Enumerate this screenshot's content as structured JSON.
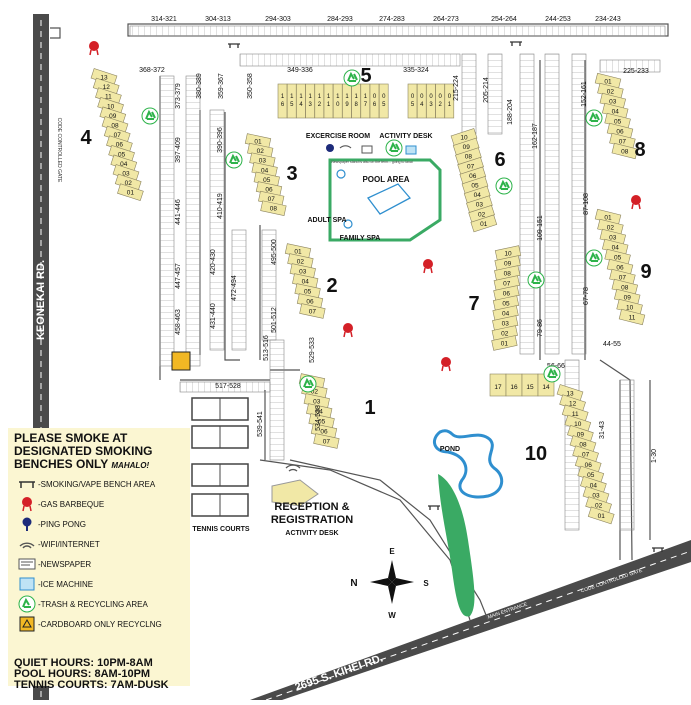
{
  "map": {
    "roads": {
      "left": "KEONEKAI RD.",
      "bottom": "2695 S. KIHEI RD."
    },
    "gates": {
      "left": "CODE CONTROLLED GATE",
      "right": "CODE CONTROLLED GATE"
    },
    "main_entrance": "MAIN ENTRANCE",
    "compass": {
      "n": "N",
      "s": "S",
      "e": "E",
      "w": "W"
    },
    "buildings": [
      "1",
      "2",
      "3",
      "4",
      "5",
      "6",
      "7",
      "8",
      "9",
      "10"
    ],
    "amenities": {
      "pool_area": "POOL AREA",
      "adult_spa": "ADULT SPA",
      "family_spa": "FAMILY SPA",
      "exercise_room": "EXCERCISE ROOM",
      "activity_desk": "ACTIVITY DESK",
      "pond": "POND",
      "tennis_courts": "TENNIS COURTS",
      "reception_line1": "RECEPTION &",
      "reception_line2": "REGISTRATION",
      "reception_activity": "ACTIVITY DESK",
      "newspaper_note": "Newspaper stand is also on the tenn... going to lanai"
    },
    "parking_labels": {
      "top": [
        "314-321",
        "304-313",
        "294-303",
        "284-293",
        "274-283",
        "264-273",
        "254-264",
        "244-253",
        "234-243"
      ],
      "bldg5_row": [
        "368-372",
        "380-389",
        "359-367",
        "350-358",
        "349-336",
        "335-324",
        "225-233"
      ],
      "vertical": [
        "373-379",
        "397-409",
        "441-446",
        "447-457",
        "458-463",
        "390-396",
        "410-419",
        "420-430",
        "431-440",
        "472-494",
        "495-500",
        "501-512",
        "513-516",
        "517-528",
        "529-533",
        "534-538",
        "539-541",
        "215-224",
        "205-214",
        "188-204",
        "162-187",
        "152-161",
        "109-151",
        "87-108",
        "79-86",
        "67-78",
        "56-66",
        "44-55",
        "31-43",
        "1-30"
      ]
    },
    "unit_numbers": {
      "b1": [
        "01",
        "02",
        "03",
        "04",
        "05",
        "06",
        "07"
      ],
      "b2": [
        "01",
        "02",
        "03",
        "04",
        "05",
        "06",
        "07"
      ],
      "b3": [
        "01",
        "02",
        "03",
        "04",
        "05",
        "06",
        "07",
        "08"
      ],
      "b4": [
        "13",
        "12",
        "11",
        "10",
        "09",
        "08",
        "07",
        "06",
        "05",
        "04",
        "03",
        "02",
        "01"
      ],
      "b5_left": [
        "1",
        "1",
        "1",
        "1",
        "1",
        "1",
        "1",
        "1",
        "1",
        "1",
        "0",
        "0"
      ],
      "b5_left_bottom": [
        "6",
        "5",
        "4",
        "3",
        "2",
        "1",
        "0",
        "9",
        "8",
        "7",
        "6",
        "5"
      ],
      "b5_right": [
        "0",
        "0",
        "0",
        "0",
        "0"
      ],
      "b5_right_bottom": [
        "5",
        "4",
        "3",
        "2",
        "1"
      ],
      "b6": [
        "10",
        "09",
        "08",
        "07",
        "06",
        "05",
        "04",
        "03",
        "02",
        "01"
      ],
      "b7": [
        "10",
        "09",
        "08",
        "07",
        "06",
        "05",
        "04",
        "03",
        "02",
        "01"
      ],
      "b8": [
        "01",
        "02",
        "03",
        "04",
        "05",
        "06",
        "07",
        "08"
      ],
      "b9": [
        "01",
        "02",
        "03",
        "04",
        "05",
        "06",
        "07",
        "08",
        "09",
        "10",
        "11"
      ],
      "b10_top": [
        "17",
        "16",
        "15",
        "14"
      ],
      "b10": [
        "13",
        "12",
        "11",
        "10",
        "09",
        "08",
        "07",
        "06",
        "05",
        "04",
        "03",
        "02",
        "01"
      ]
    }
  },
  "legend": {
    "smoke_line1": "PLEASE SMOKE AT",
    "smoke_line2": "DESIGNATED SMOKING",
    "smoke_line3": "BENCHES ONLY",
    "mahalo": "MAHALO!",
    "items": [
      {
        "icon": "bench-icon",
        "label": "-SMOKING/VAPE BENCH AREA"
      },
      {
        "icon": "bbq-icon",
        "label": "-GAS BARBEQUE"
      },
      {
        "icon": "ping-pong-icon",
        "label": "-PING PONG"
      },
      {
        "icon": "wifi-icon",
        "label": "-WIFI/INTERNET"
      },
      {
        "icon": "newspaper-icon",
        "label": "-NEWSPAPER"
      },
      {
        "icon": "ice-icon",
        "label": "-ICE MACHINE"
      },
      {
        "icon": "recycle-icon",
        "label": "-TRASH & RECYCLING AREA"
      },
      {
        "icon": "cardboard-icon",
        "label": "-CARDBOARD ONLY RECYCLNG"
      }
    ],
    "quiet_hours": "QUIET HOURS: 10PM-8AM",
    "pool_hours": "POOL HOURS: 8AM-10PM",
    "tennis_hours": "TENNIS COURTS: 7AM-DUSK"
  },
  "colors": {
    "building": "#f1e8a6",
    "road": "#4a4a4a",
    "pond": "#2f8fcf",
    "grass": "#3aaa64",
    "recycle": "#2db34a",
    "bbq": "#d42027",
    "legend_bg": "#fbf6d2"
  }
}
